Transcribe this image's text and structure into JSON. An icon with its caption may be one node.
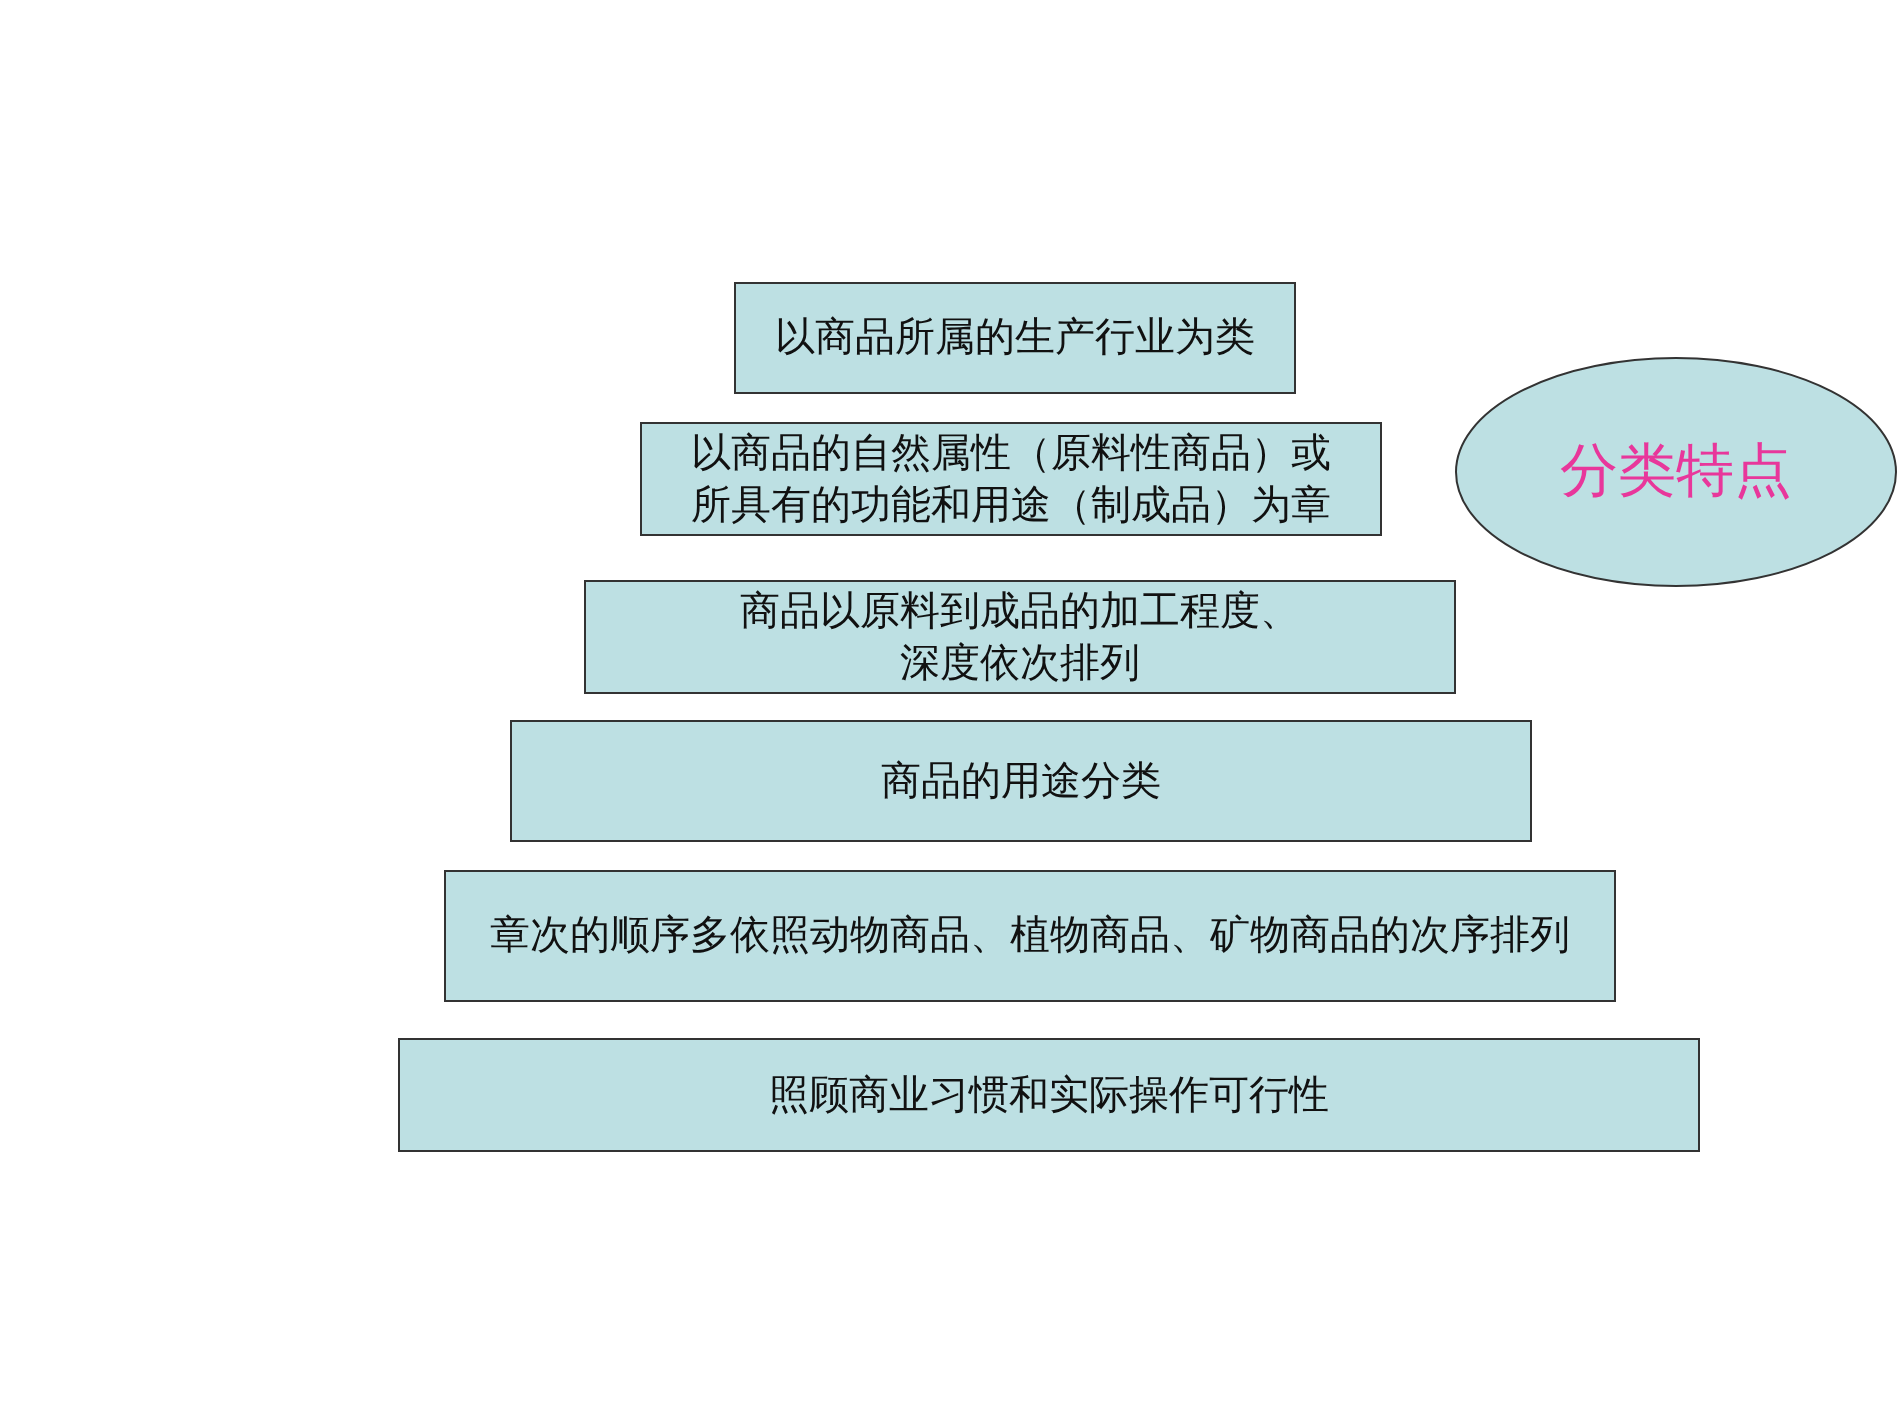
{
  "diagram": {
    "nodes": [
      {
        "text": [
          "以商品所属的生产行业为类"
        ]
      },
      {
        "text": [
          "分类特点"
        ]
      },
      {
        "text": [
          "以商品的自然属性（原料性商品）或所具有的功能和用途（制成品）为章"
        ]
      },
      {
        "text": [
          "商品以原料到成品的加工程度、深度依次排列"
        ]
      },
      {
        "text": [
          "商品的用途分类"
        ]
      },
      {
        "text": [
          "章次的顺序多依照动物商品、植物商品、矿物商品的次序排列"
        ]
      },
      {
        "text": [
          "照顾商业习惯和实际操作可行性"
        ]
      }
    ]
  }
}
